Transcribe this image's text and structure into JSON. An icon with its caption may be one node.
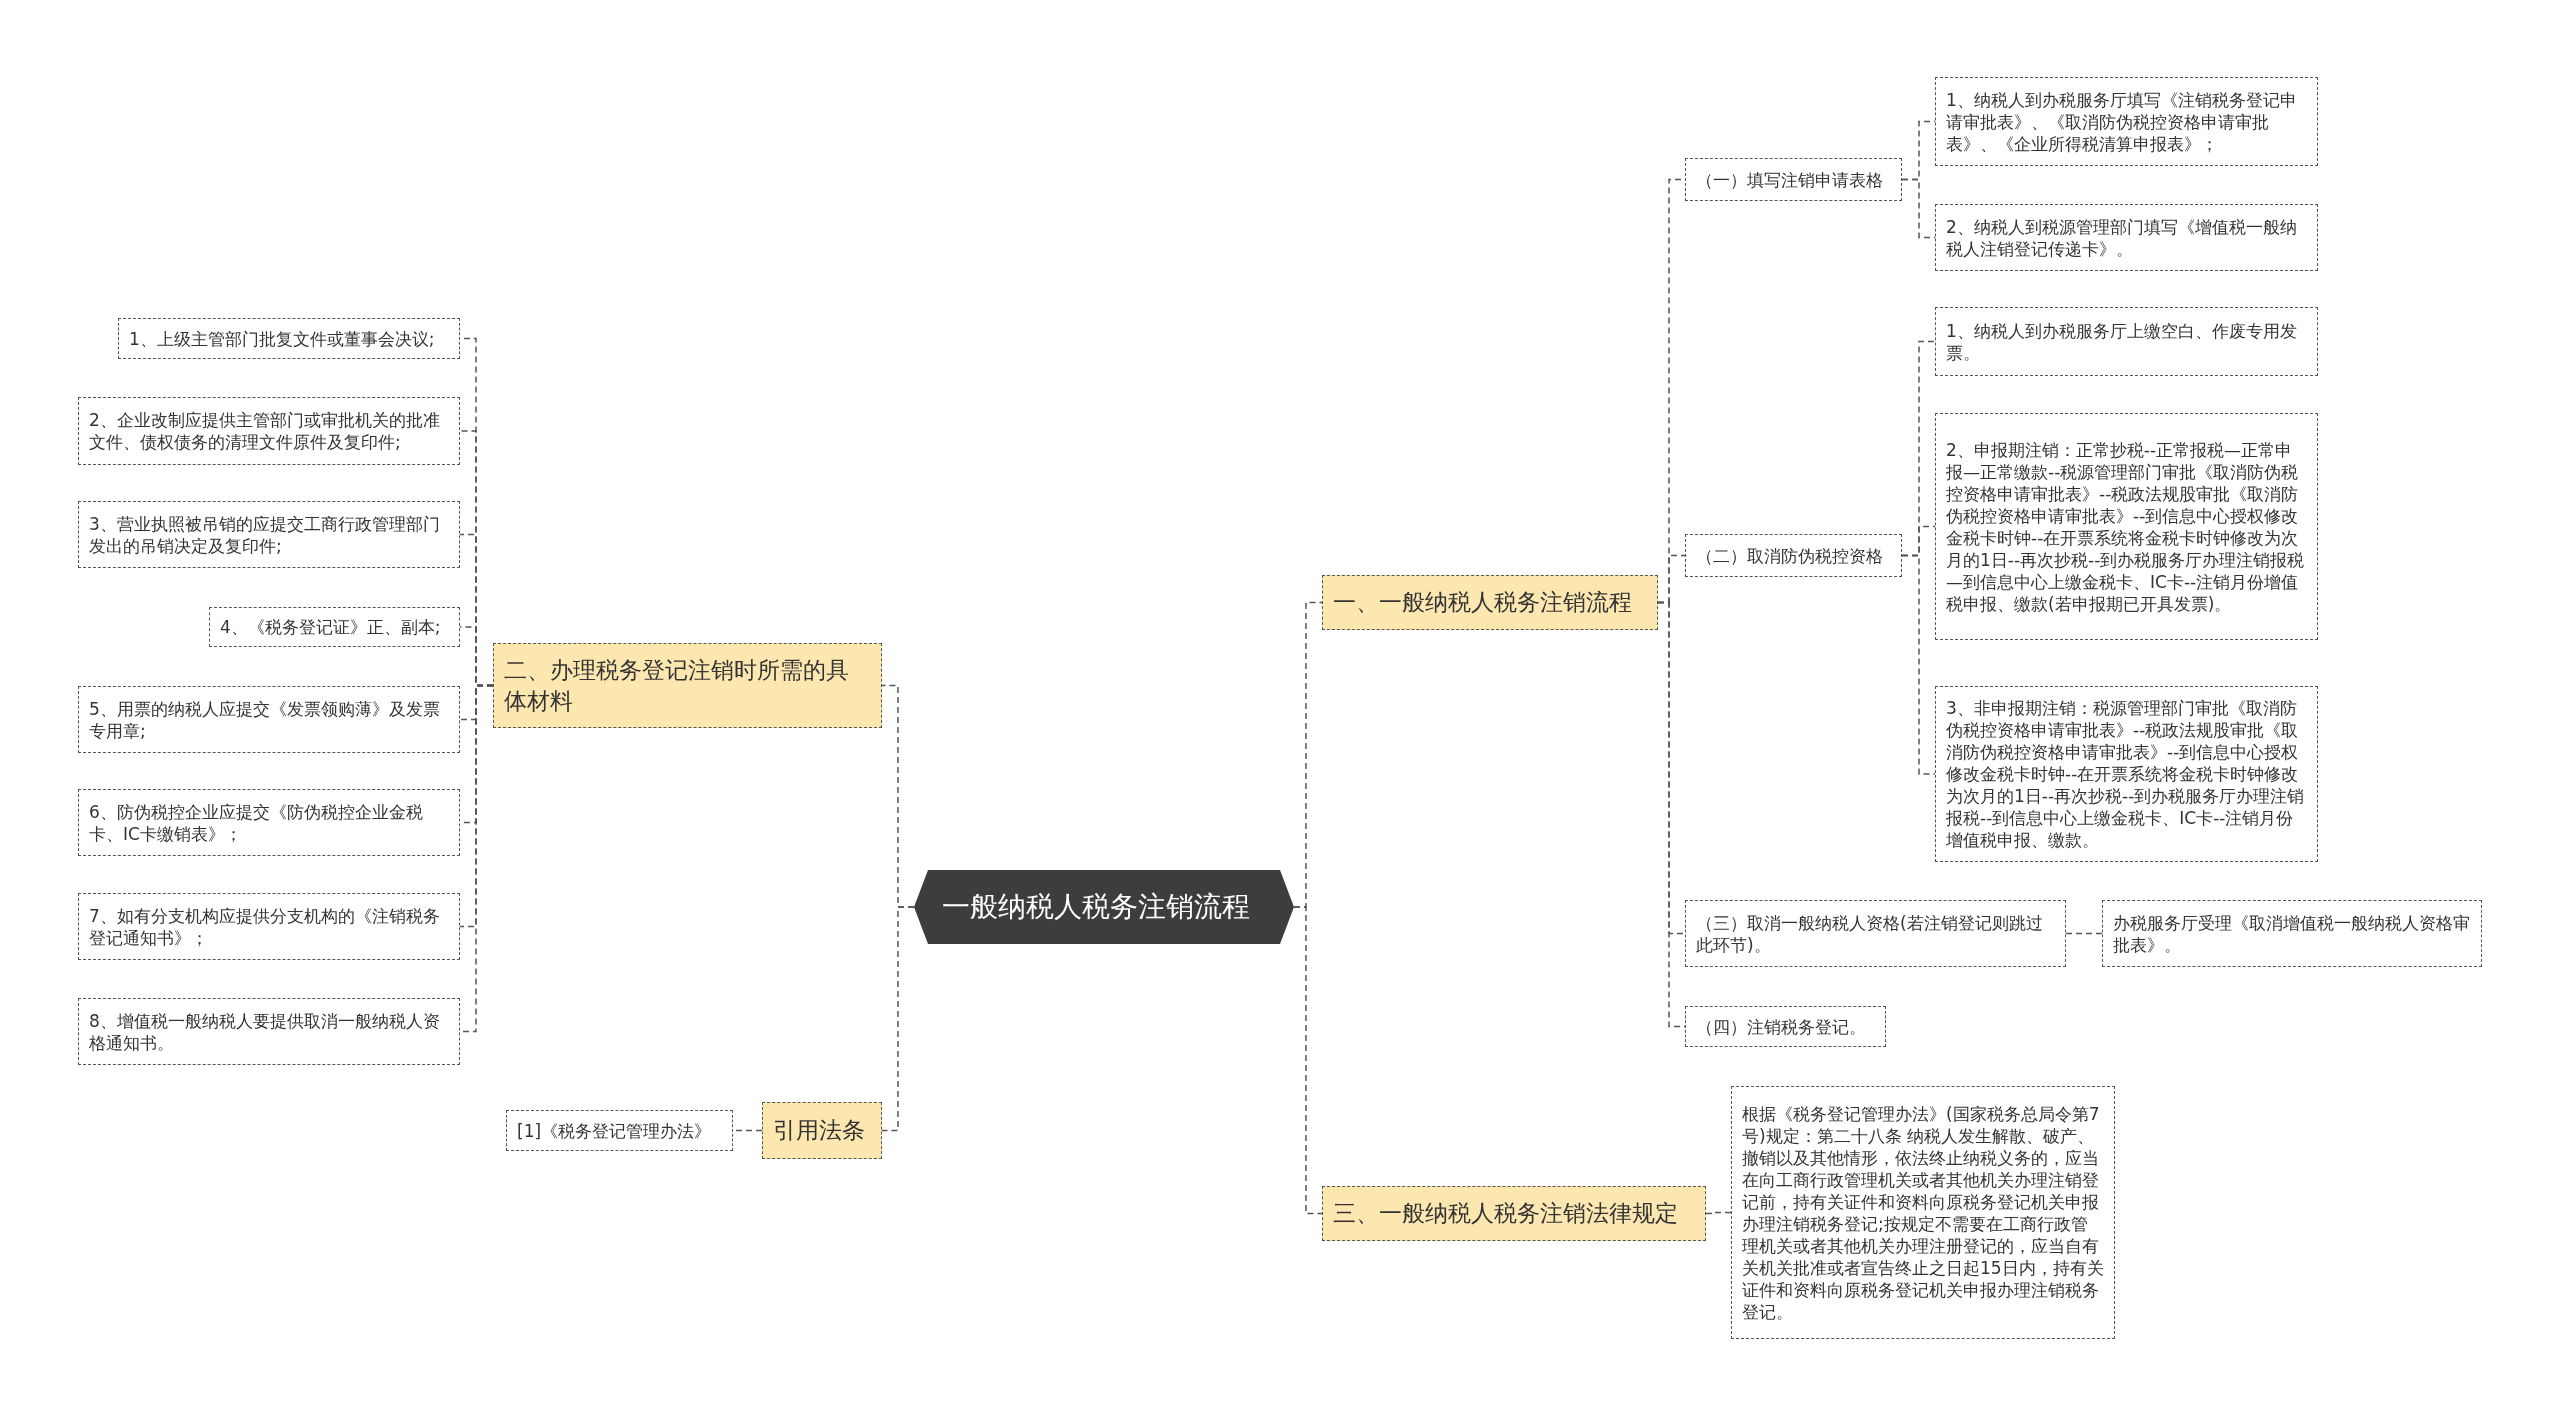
{
  "diagram": {
    "nodes": [
      {
        "text": [
          "一般纳税人税务注销流程"
        ]
      },
      {
        "text": [
          "一、一般纳税人税务注销流程"
        ]
      },
      {
        "text": [
          "（一）填写注销申请表格"
        ]
      },
      {
        "text": [
          "1、纳税人到办税服务厅填写《注销税务登记申请审批表》、《取消防伪税控资格申请审批表》、《企业所得税清算申报表》；"
        ]
      },
      {
        "text": [
          "2、纳税人到税源管理部门填写《增值税一般纳税人注销登记传递卡》。"
        ]
      },
      {
        "text": [
          "（二）取消防伪税控资格"
        ]
      },
      {
        "text": [
          "1、纳税人到办税服务厅上缴空白、作废专用发票。"
        ]
      },
      {
        "text": [
          "2、申报期注销：正常抄税--正常报税—正常申报—正常缴款--税源管理部门审批《取消防伪税控资格申请审批表》--税政法规股审批《取消防伪税控资格申请审批表》--到信息中心授权修改金税卡时钟--在开票系统将金税卡时钟修改为次月的1日--再次抄税--到办税服务厅办理注销报税—到信息中心上缴金税卡、IC卡--注销月份增值税申报、缴款(若申报期已开具发票)。"
        ]
      },
      {
        "text": [
          "3、非申报期注销：税源管理部门审批《取消防伪税控资格申请审批表》--税政法规股审批《取消防伪税控资格申请审批表》--到信息中心授权修改金税卡时钟--在开票系统将金税卡时钟修改为次月的1日--再次抄税--到办税服务厅办理注销报税--到信息中心上缴金税卡、IC卡--注销月份增值税申报、缴款。"
        ]
      },
      {
        "text": [
          "（三）取消一般纳税人资格(若注销登记则跳过此环节)。"
        ]
      },
      {
        "text": [
          "办税服务厅受理《取消增值税一般纳税人资格审批表》。"
        ]
      },
      {
        "text": [
          "（四）注销税务登记。"
        ]
      },
      {
        "text": [
          "三、一般纳税人税务注销法律规定"
        ]
      },
      {
        "text": [
          "根据《税务登记管理办法》(国家税务总局令第7号)规定：第二十八条 纳税人发生解散、破产、撤销以及其他情形，依法终止纳税义务的，应当在向工商行政管理机关或者其他机关办理注销登记前，持有关证件和资料向原税务登记机关申报办理注销税务登记;按规定不需要在工商行政管理机关或者其他机关办理注册登记的，应当自有关机关批准或者宣告终止之日起15日内，持有关证件和资料向原税务登记机关申报办理注销税务登记。"
        ]
      },
      {
        "text": [
          "二、办理税务登记注销时所需的具体材料"
        ]
      },
      {
        "text": [
          "1、上级主管部门批复文件或董事会决议;"
        ]
      },
      {
        "text": [
          "2、企业改制应提供主管部门或审批机关的批准文件、债权债务的清理文件原件及复印件;"
        ]
      },
      {
        "text": [
          "3、营业执照被吊销的应提交工商行政管理部门发出的吊销决定及复印件;"
        ]
      },
      {
        "text": [
          "4、《税务登记证》正、副本;"
        ]
      },
      {
        "text": [
          "5、用票的纳税人应提交《发票领购薄》及发票专用章;"
        ]
      },
      {
        "text": [
          "6、防伪税控企业应提交《防伪税控企业金税卡、IC卡缴销表》；"
        ]
      },
      {
        "text": [
          "7、如有分支机构应提供分支机构的《注销税务登记通知书》；"
        ]
      },
      {
        "text": [
          "8、增值税一般纳税人要提供取消一般纳税人资格通知书。"
        ]
      },
      {
        "text": [
          "引用法条"
        ]
      },
      {
        "text": [
          "[1]《税务登记管理办法》"
        ]
      }
    ],
    "edges": [
      {
        "from": 0,
        "to": 1,
        "arrow": "none",
        "style": "dashed"
      },
      {
        "from": 1,
        "to": 2,
        "arrow": "none",
        "style": "dashed"
      },
      {
        "from": 2,
        "to": 3,
        "arrow": "none",
        "style": "dashed"
      },
      {
        "from": 2,
        "to": 4,
        "arrow": "none",
        "style": "dashed"
      },
      {
        "from": 1,
        "to": 5,
        "arrow": "none",
        "style": "dashed"
      },
      {
        "from": 5,
        "to": 6,
        "arrow": "none",
        "style": "dashed"
      },
      {
        "from": 5,
        "to": 7,
        "arrow": "none",
        "style": "dashed"
      },
      {
        "from": 5,
        "to": 8,
        "arrow": "none",
        "style": "dashed"
      },
      {
        "from": 1,
        "to": 9,
        "arrow": "none",
        "style": "dashed"
      },
      {
        "from": 9,
        "to": 10,
        "arrow": "none",
        "style": "dashed"
      },
      {
        "from": 1,
        "to": 11,
        "arrow": "none",
        "style": "dashed"
      },
      {
        "from": 0,
        "to": 12,
        "arrow": "none",
        "style": "dashed"
      },
      {
        "from": 12,
        "to": 13,
        "arrow": "none",
        "style": "dashed"
      },
      {
        "from": 0,
        "to": 14,
        "arrow": "none",
        "style": "dashed"
      },
      {
        "from": 14,
        "to": 15,
        "arrow": "none",
        "style": "dashed"
      },
      {
        "from": 14,
        "to": 16,
        "arrow": "none",
        "style": "dashed"
      },
      {
        "from": 14,
        "to": 17,
        "arrow": "none",
        "style": "dashed"
      },
      {
        "from": 14,
        "to": 18,
        "arrow": "none",
        "style": "dashed"
      },
      {
        "from": 14,
        "to": 19,
        "arrow": "none",
        "style": "dashed"
      },
      {
        "from": 14,
        "to": 20,
        "arrow": "none",
        "style": "dashed"
      },
      {
        "from": 14,
        "to": 21,
        "arrow": "none",
        "style": "dashed"
      },
      {
        "from": 14,
        "to": 22,
        "arrow": "none",
        "style": "dashed"
      },
      {
        "from": 0,
        "to": 23,
        "arrow": "none",
        "style": "dashed"
      },
      {
        "from": 23,
        "to": 24,
        "arrow": "none",
        "style": "dashed"
      }
    ]
  }
}
